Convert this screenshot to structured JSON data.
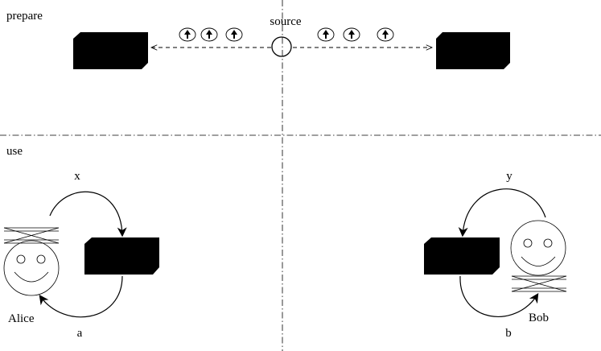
{
  "sections": {
    "prepare": "prepare",
    "use": "use"
  },
  "source": {
    "label": "source"
  },
  "particles": {
    "left_count": 3,
    "right_count": 3,
    "glyph": "up-arrow"
  },
  "bottom": {
    "alice": {
      "name": "Alice",
      "input": "x",
      "output": "a"
    },
    "bob": {
      "name": "Bob",
      "input": "y",
      "output": "b"
    }
  },
  "colors": {
    "ink": "#000000",
    "background": "#ffffff"
  }
}
